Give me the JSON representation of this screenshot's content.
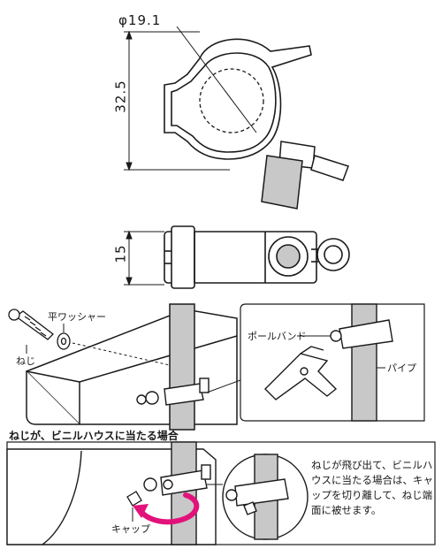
{
  "dimensions": {
    "diameter": "φ19.1",
    "height": "32.5",
    "width": "15"
  },
  "labels": {
    "screw": "ねじ",
    "flat_washer": "平ワッシャー",
    "pole_band": "ポールバンド",
    "pipe": "パイプ",
    "cap": "キャップ"
  },
  "section_heading": "ねじが、ビニルハウスに当たる場合",
  "note": "ねじが飛び出て、ビニルハウスに当たる場合は、キャップを切り離して、ねじ端面に被せます。",
  "colors": {
    "line": "#1a1a1a",
    "fill_gray": "#c8c8c8",
    "arrow": "#e2127a"
  }
}
